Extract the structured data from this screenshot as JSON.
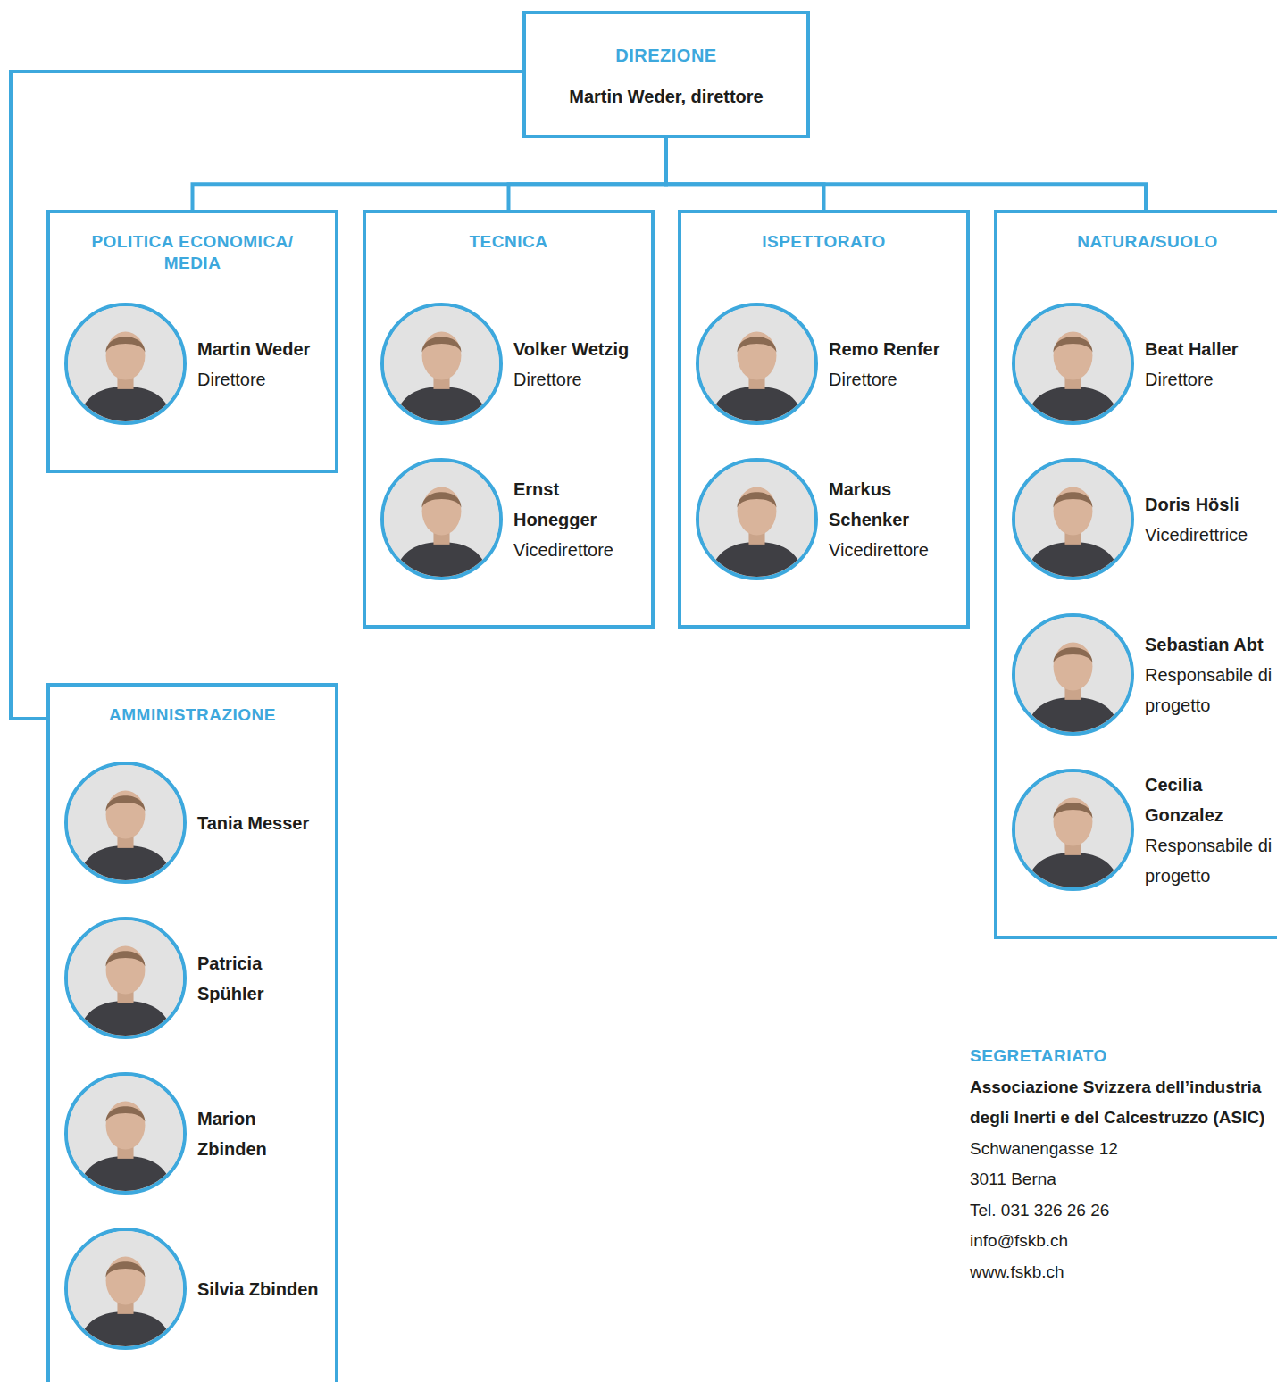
{
  "diagram": {
    "nodes": [
      {
        "text": [
          "DIREZIONE",
          "Martin Weder, direttore"
        ]
      },
      {
        "text": [
          "POLITICA ECONOMICA/ MEDIA"
        ]
      },
      {
        "text": [
          "Martin Weder",
          "Direttore"
        ],
        "in": 1
      },
      {
        "text": [
          "TECNICA"
        ]
      },
      {
        "text": [
          "Volker Wetzig",
          "Direttore"
        ],
        "in": 3
      },
      {
        "text": [
          "Ernst Honegger",
          "Vicedirettore"
        ],
        "in": 3
      },
      {
        "text": [
          "ISPETTORATO"
        ]
      },
      {
        "text": [
          "Remo Renfer",
          "Direttore"
        ],
        "in": 6
      },
      {
        "text": [
          "Markus Schenker",
          "Vicedirettore"
        ],
        "in": 6
      },
      {
        "text": [
          "NATURA/SUOLO"
        ]
      },
      {
        "text": [
          "Beat Haller",
          "Direttore"
        ],
        "in": 9
      },
      {
        "text": [
          "Doris Hösli",
          "Vicedirettrice"
        ],
        "in": 9
      },
      {
        "text": [
          "Sebastian Abt",
          "Responsabile di progetto"
        ],
        "in": 9
      },
      {
        "text": [
          "Cecilia Gonzalez",
          "Responsabile di progetto"
        ],
        "in": 9
      },
      {
        "text": [
          "AMMINISTRAZIONE"
        ]
      },
      {
        "text": [
          "Tania Messer"
        ],
        "in": 14
      },
      {
        "text": [
          "Patricia Spühler"
        ],
        "in": 14
      },
      {
        "text": [
          "Marion Zbinden"
        ],
        "in": 14
      },
      {
        "text": [
          "Silvia Zbinden"
        ],
        "in": 14
      }
    ],
    "edges": [
      {
        "from": 0,
        "to": 1,
        "arrow": "none"
      },
      {
        "from": 0,
        "to": 3,
        "arrow": "none"
      },
      {
        "from": 0,
        "to": 6,
        "arrow": "none"
      },
      {
        "from": 0,
        "to": 9,
        "arrow": "none"
      },
      {
        "from": 0,
        "to": 14,
        "arrow": "none"
      }
    ],
    "labels": [
      "SEGRETARIATO",
      "Associazione Svizzera dell’industria degli Inerti e del Calcestruzzo (ASIC)",
      "Schwanengasse 12",
      "3011 Berna",
      "Tel. 031 326 26 26",
      "info@fskb.ch",
      "www.fskb.ch"
    ]
  }
}
